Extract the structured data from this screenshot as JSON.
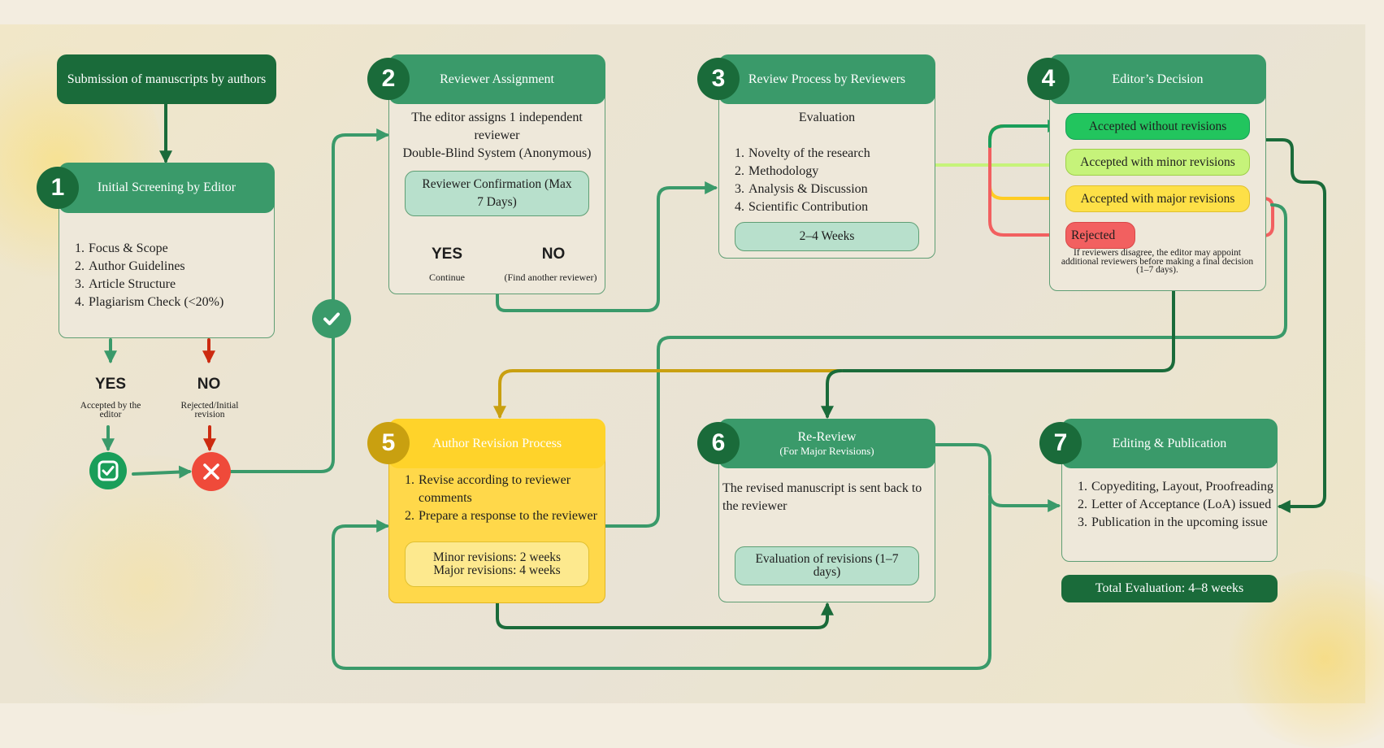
{
  "start": {
    "label": "Submission of manuscripts by authors"
  },
  "step1": {
    "number": "1",
    "title": "Initial Screening by Editor",
    "items": [
      "Focus & Scope",
      "Author Guidelines",
      "Article Structure",
      "Plagiarism Check (<20%)"
    ],
    "yes": "YES",
    "yes_note": "Accepted by the editor",
    "no": "NO",
    "no_note": "Rejected/Initial revision"
  },
  "step2": {
    "number": "2",
    "title": "Reviewer Assignment",
    "line1": "The editor assigns 1 independent reviewer",
    "line2": "Double-Blind System (Anonymous)",
    "confirm": "Reviewer Confirmation (Max 7 Days)",
    "yes": "YES",
    "yes_note": "Continue",
    "no": "NO",
    "no_note": "(Find another reviewer)"
  },
  "step3": {
    "number": "3",
    "title": "Review Process by Reviewers",
    "subtitle": "Evaluation",
    "items": [
      "Novelty of the research",
      "Methodology",
      "Analysis & Discussion",
      "Scientific Contribution"
    ],
    "duration": "2–4 Weeks"
  },
  "step4": {
    "number": "4",
    "title": "Editor’s Decision",
    "options": {
      "accept": "Accepted without revisions",
      "minor": "Accepted with minor revisions",
      "major": "Accepted with major revisions",
      "reject": "Rejected"
    },
    "note": "If reviewers disagree, the editor may appoint additional reviewers before making a final decision (1–7 days)."
  },
  "step5": {
    "number": "5",
    "title": "Author Revision Process",
    "items": [
      "Revise according to reviewer comments",
      "Prepare a response to the reviewer"
    ],
    "minor": "Minor revisions: 2 weeks",
    "major": "Major revisions: 4 weeks"
  },
  "step6": {
    "number": "6",
    "title": "Re-Review",
    "subtitle": "(For Major Revisions)",
    "body": "The revised manuscript is sent back to the reviewer",
    "eval": "Evaluation of revisions (1–7 days)"
  },
  "step7": {
    "number": "7",
    "title": "Editing & Publication",
    "items": [
      "Copyediting, Layout, Proofreading",
      "Letter of Acceptance (LoA) issued",
      "Publication in the upcoming issue"
    ],
    "total": "Total Evaluation: 4–8 weeks"
  },
  "colors": {
    "dark_green": "#1a6b3a",
    "green": "#3a9a6a",
    "mint": "#b8e0cc",
    "bright_green": "#22c55e",
    "lime": "#c6f37a",
    "yellow": "#fde047",
    "red": "#f26060",
    "gold": "#ffd32a"
  },
  "icons": [
    "check-circle-icon",
    "checkbox-icon",
    "x-circle-icon"
  ]
}
